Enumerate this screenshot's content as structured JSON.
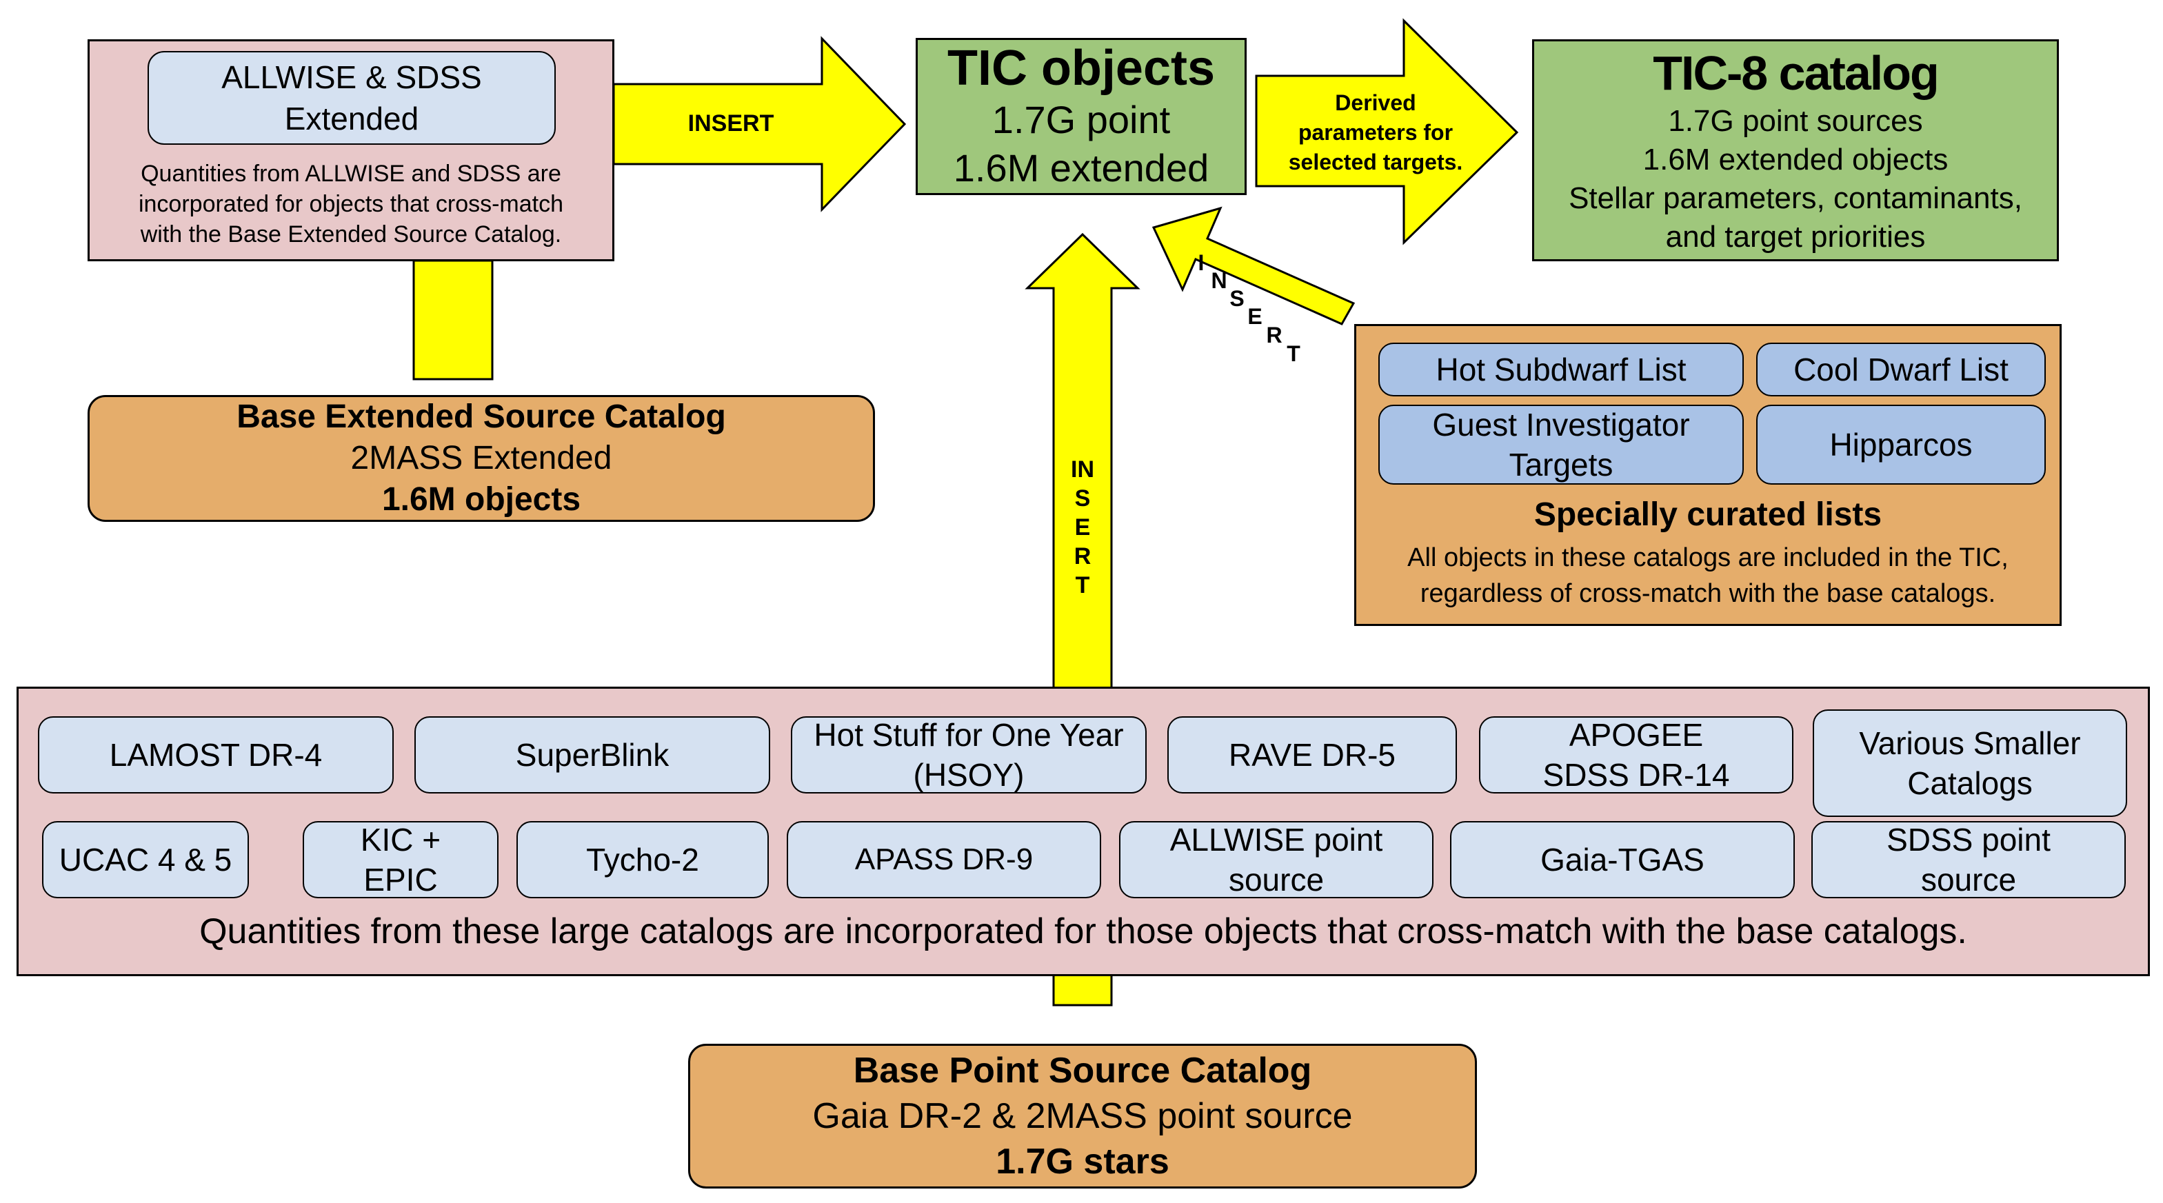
{
  "allwise_box": {
    "inner_line1": "ALLWISE & SDSS",
    "inner_line2": "Extended",
    "desc_line1": "Quantities from ALLWISE and SDSS are",
    "desc_line2": "incorporated for objects that cross-match",
    "desc_line3": "with the Base Extended Source Catalog."
  },
  "insert_labels": {
    "horizontal": "INSERT",
    "vertical": "INSERT",
    "diagonal": "INSERT"
  },
  "tic_objects": {
    "title": "TIC objects",
    "line1": "1.7G point",
    "line2": "1.6M extended"
  },
  "derived_arrow": {
    "line1": "Derived",
    "line2": "parameters for",
    "line3": "selected targets."
  },
  "tic8": {
    "title": "TIC-8 catalog",
    "line1": "1.7G point sources",
    "line2": "1.6M extended objects",
    "line3": "Stellar parameters, contaminants,",
    "line4": "and target priorities"
  },
  "base_extended": {
    "title": "Base Extended Source Catalog",
    "line1": "2MASS Extended",
    "line2": "1.6M objects"
  },
  "curated": {
    "items": [
      "Hot Subdwarf List",
      "Cool Dwarf List",
      "Guest Investigator Targets",
      "Hipparcos"
    ],
    "title": "Specially curated lists",
    "desc_line1": "All objects in these catalogs are included in the TIC,",
    "desc_line2": "regardless of cross-match with the base catalogs."
  },
  "large_catalogs": {
    "row1": [
      "LAMOST DR-4",
      "SuperBlink",
      "Hot Stuff for One Year (HSOY)",
      "RAVE DR-5",
      "APOGEE SDSS DR-14",
      "Various Smaller Catalogs"
    ],
    "row2": [
      "UCAC 4 & 5",
      "KIC + EPIC",
      "Tycho-2",
      "APASS DR-9",
      "ALLWISE point source",
      "Gaia-TGAS",
      "SDSS point source"
    ],
    "desc": "Quantities from these large catalogs are incorporated for those objects that cross-match with the base catalogs."
  },
  "base_point": {
    "title": "Base Point Source Catalog",
    "line1": "Gaia DR-2 & 2MASS point source",
    "line2": "1.7G stars"
  },
  "colors": {
    "arrow": "#ffff00",
    "pink": "#e8c8c9",
    "green": "#9fc77c",
    "orange": "#e5ad6b",
    "light_blue": "#d5e1f1",
    "mid_blue": "#a9c2e6"
  }
}
